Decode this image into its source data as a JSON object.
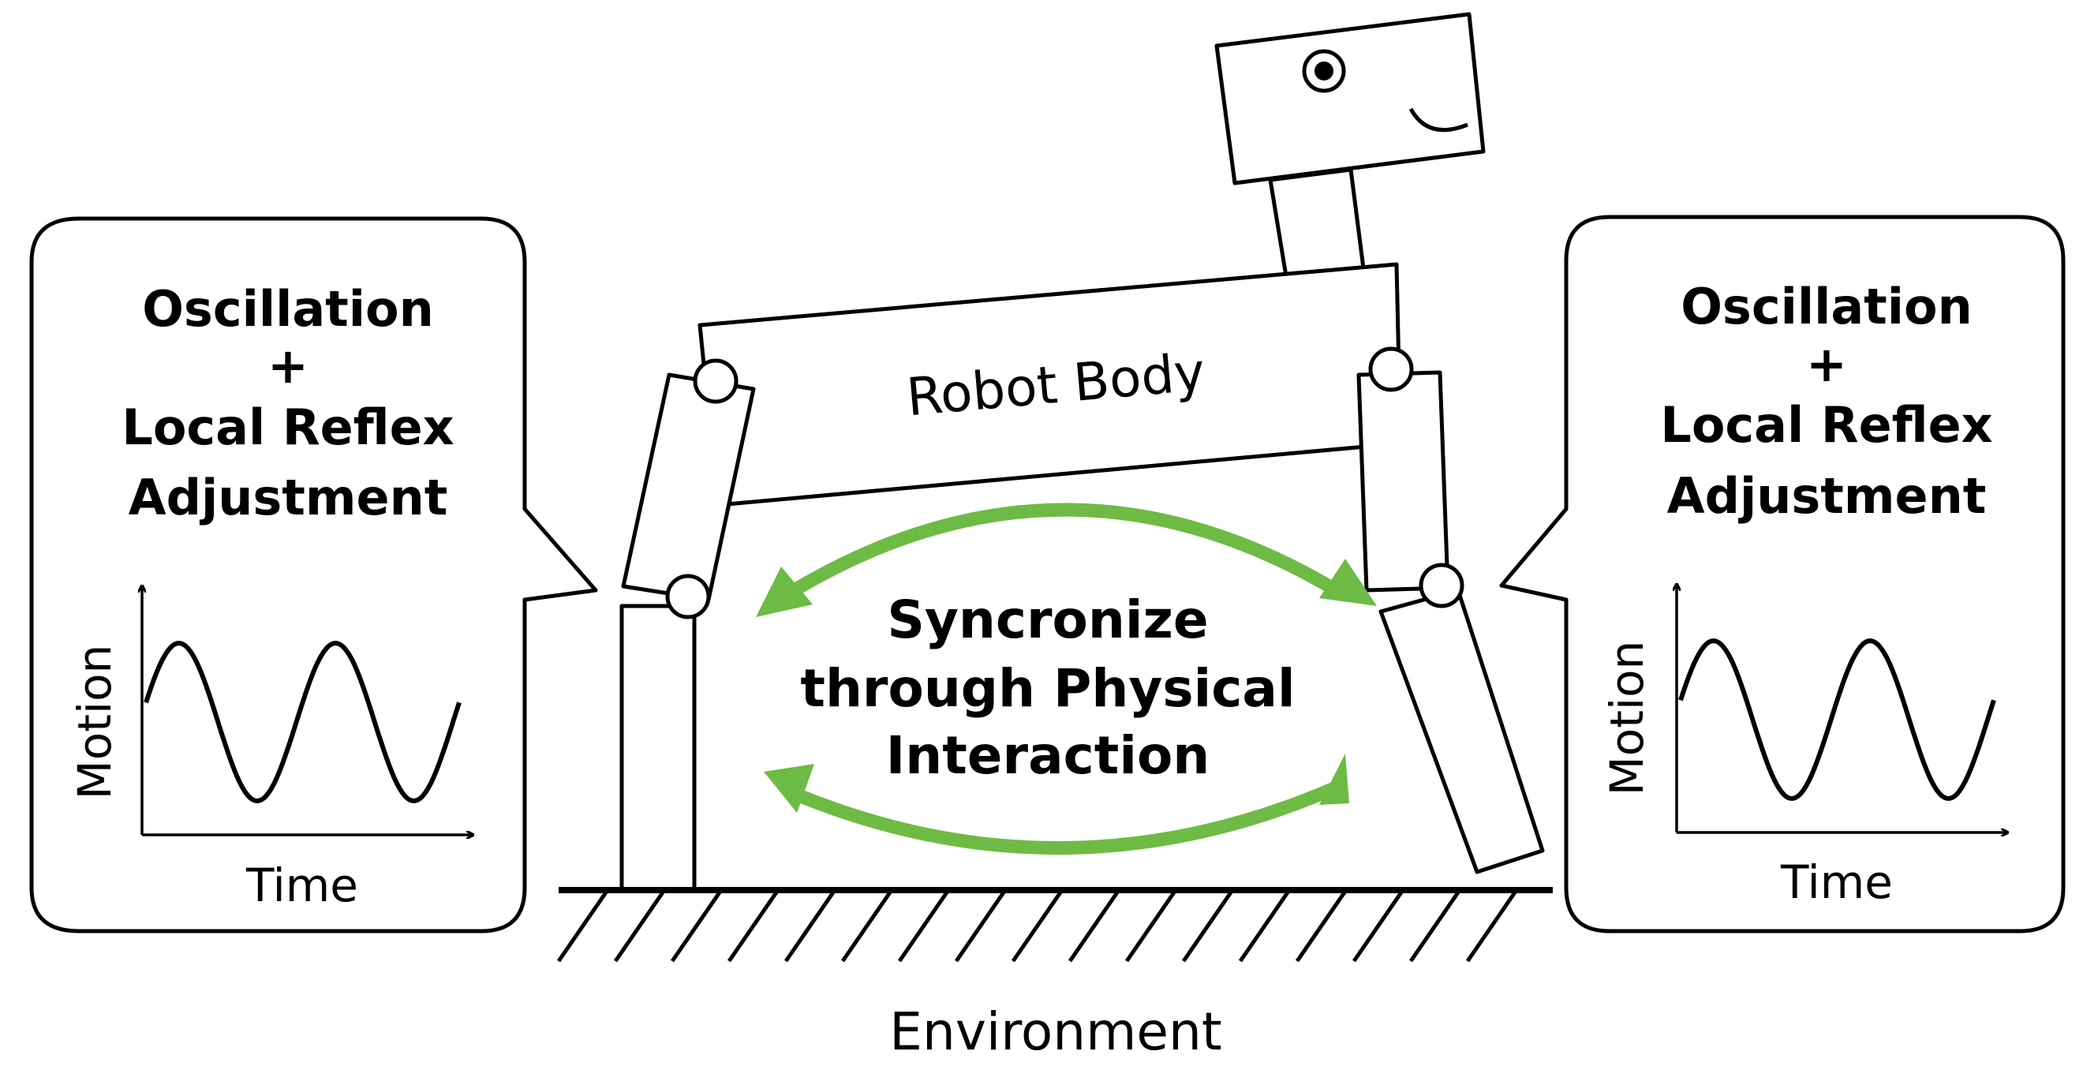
{
  "colors": {
    "stroke": "#000000",
    "accent_arrow": "#6dbb44",
    "background": "#ffffff"
  },
  "left_panel": {
    "title_lines": [
      "Oscillation",
      "+",
      "Local Reflex",
      "Adjustment"
    ],
    "x_axis_label": "Time",
    "y_axis_label": "Motion"
  },
  "right_panel": {
    "title_lines": [
      "Oscillation",
      "+",
      "Local Reflex",
      "Adjustment"
    ],
    "x_axis_label": "Time",
    "y_axis_label": "Motion"
  },
  "robot": {
    "body_label": "Robot Body",
    "head_icons": [
      "eye-icon",
      "smile-icon"
    ]
  },
  "center": {
    "sync_lines": [
      "Syncronize",
      "through Physical",
      "Interaction"
    ]
  },
  "environment": {
    "label": "Environment"
  }
}
